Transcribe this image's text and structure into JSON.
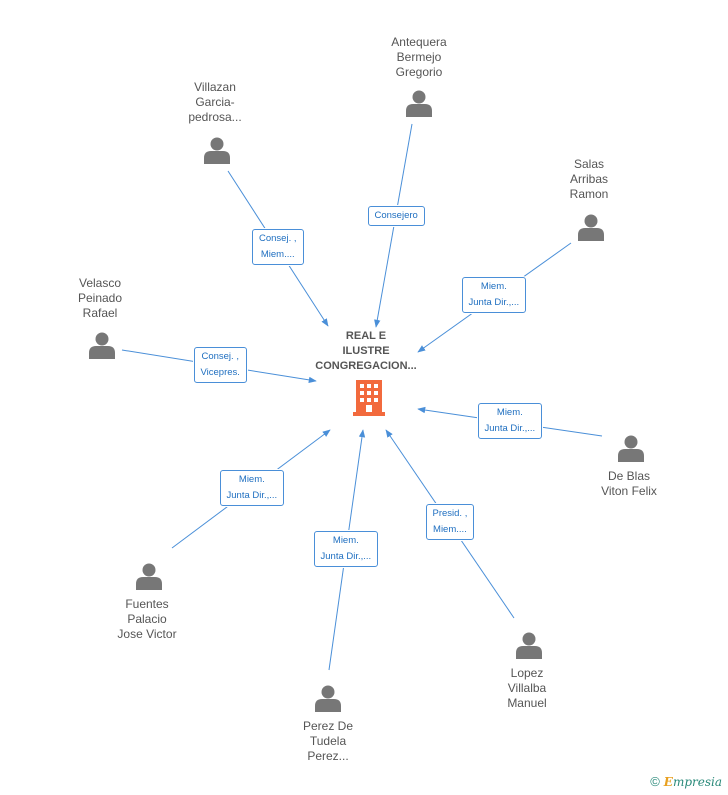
{
  "center": {
    "name_lines": [
      "REAL E",
      "ILUSTRE",
      "CONGREGACION..."
    ],
    "icon": "building-icon",
    "color": "#f26a3d"
  },
  "people": [
    {
      "id": "antequera",
      "name_lines": [
        "Antequera",
        "Bermejo",
        "Gregorio"
      ],
      "role_lines": [
        "Consejero"
      ]
    },
    {
      "id": "villazan",
      "name_lines": [
        "Villazan",
        "Garcia-",
        "pedrosa..."
      ],
      "role_lines": [
        "Consej. ,",
        "Miem...."
      ]
    },
    {
      "id": "salas",
      "name_lines": [
        "Salas",
        "Arribas",
        "Ramon"
      ],
      "role_lines": [
        "Miem.",
        "Junta Dir.,..."
      ]
    },
    {
      "id": "velasco",
      "name_lines": [
        "Velasco",
        "Peinado",
        "Rafael"
      ],
      "role_lines": [
        "Consej. ,",
        "Vicepres."
      ]
    },
    {
      "id": "deblas",
      "name_lines": [
        "De Blas",
        "Viton Felix"
      ],
      "role_lines": [
        "Miem.",
        "Junta Dir.,..."
      ]
    },
    {
      "id": "fuentes",
      "name_lines": [
        "Fuentes",
        "Palacio",
        "Jose Victor"
      ],
      "role_lines": [
        "Miem.",
        "Junta Dir.,..."
      ]
    },
    {
      "id": "perez",
      "name_lines": [
        "Perez De",
        "Tudela",
        "Perez..."
      ],
      "role_lines": [
        "Miem.",
        "Junta Dir.,..."
      ]
    },
    {
      "id": "lopez",
      "name_lines": [
        "Lopez",
        "Villalba",
        "Manuel"
      ],
      "role_lines": [
        "Presid. ,",
        "Miem...."
      ]
    }
  ],
  "colors": {
    "edge": "#4a8fd8",
    "person_icon": "#777777",
    "label_text": "#555555",
    "role_text": "#1f6fc0"
  },
  "footer": {
    "copyright": "©",
    "brand_first": "E",
    "brand_rest": "mpresia"
  }
}
